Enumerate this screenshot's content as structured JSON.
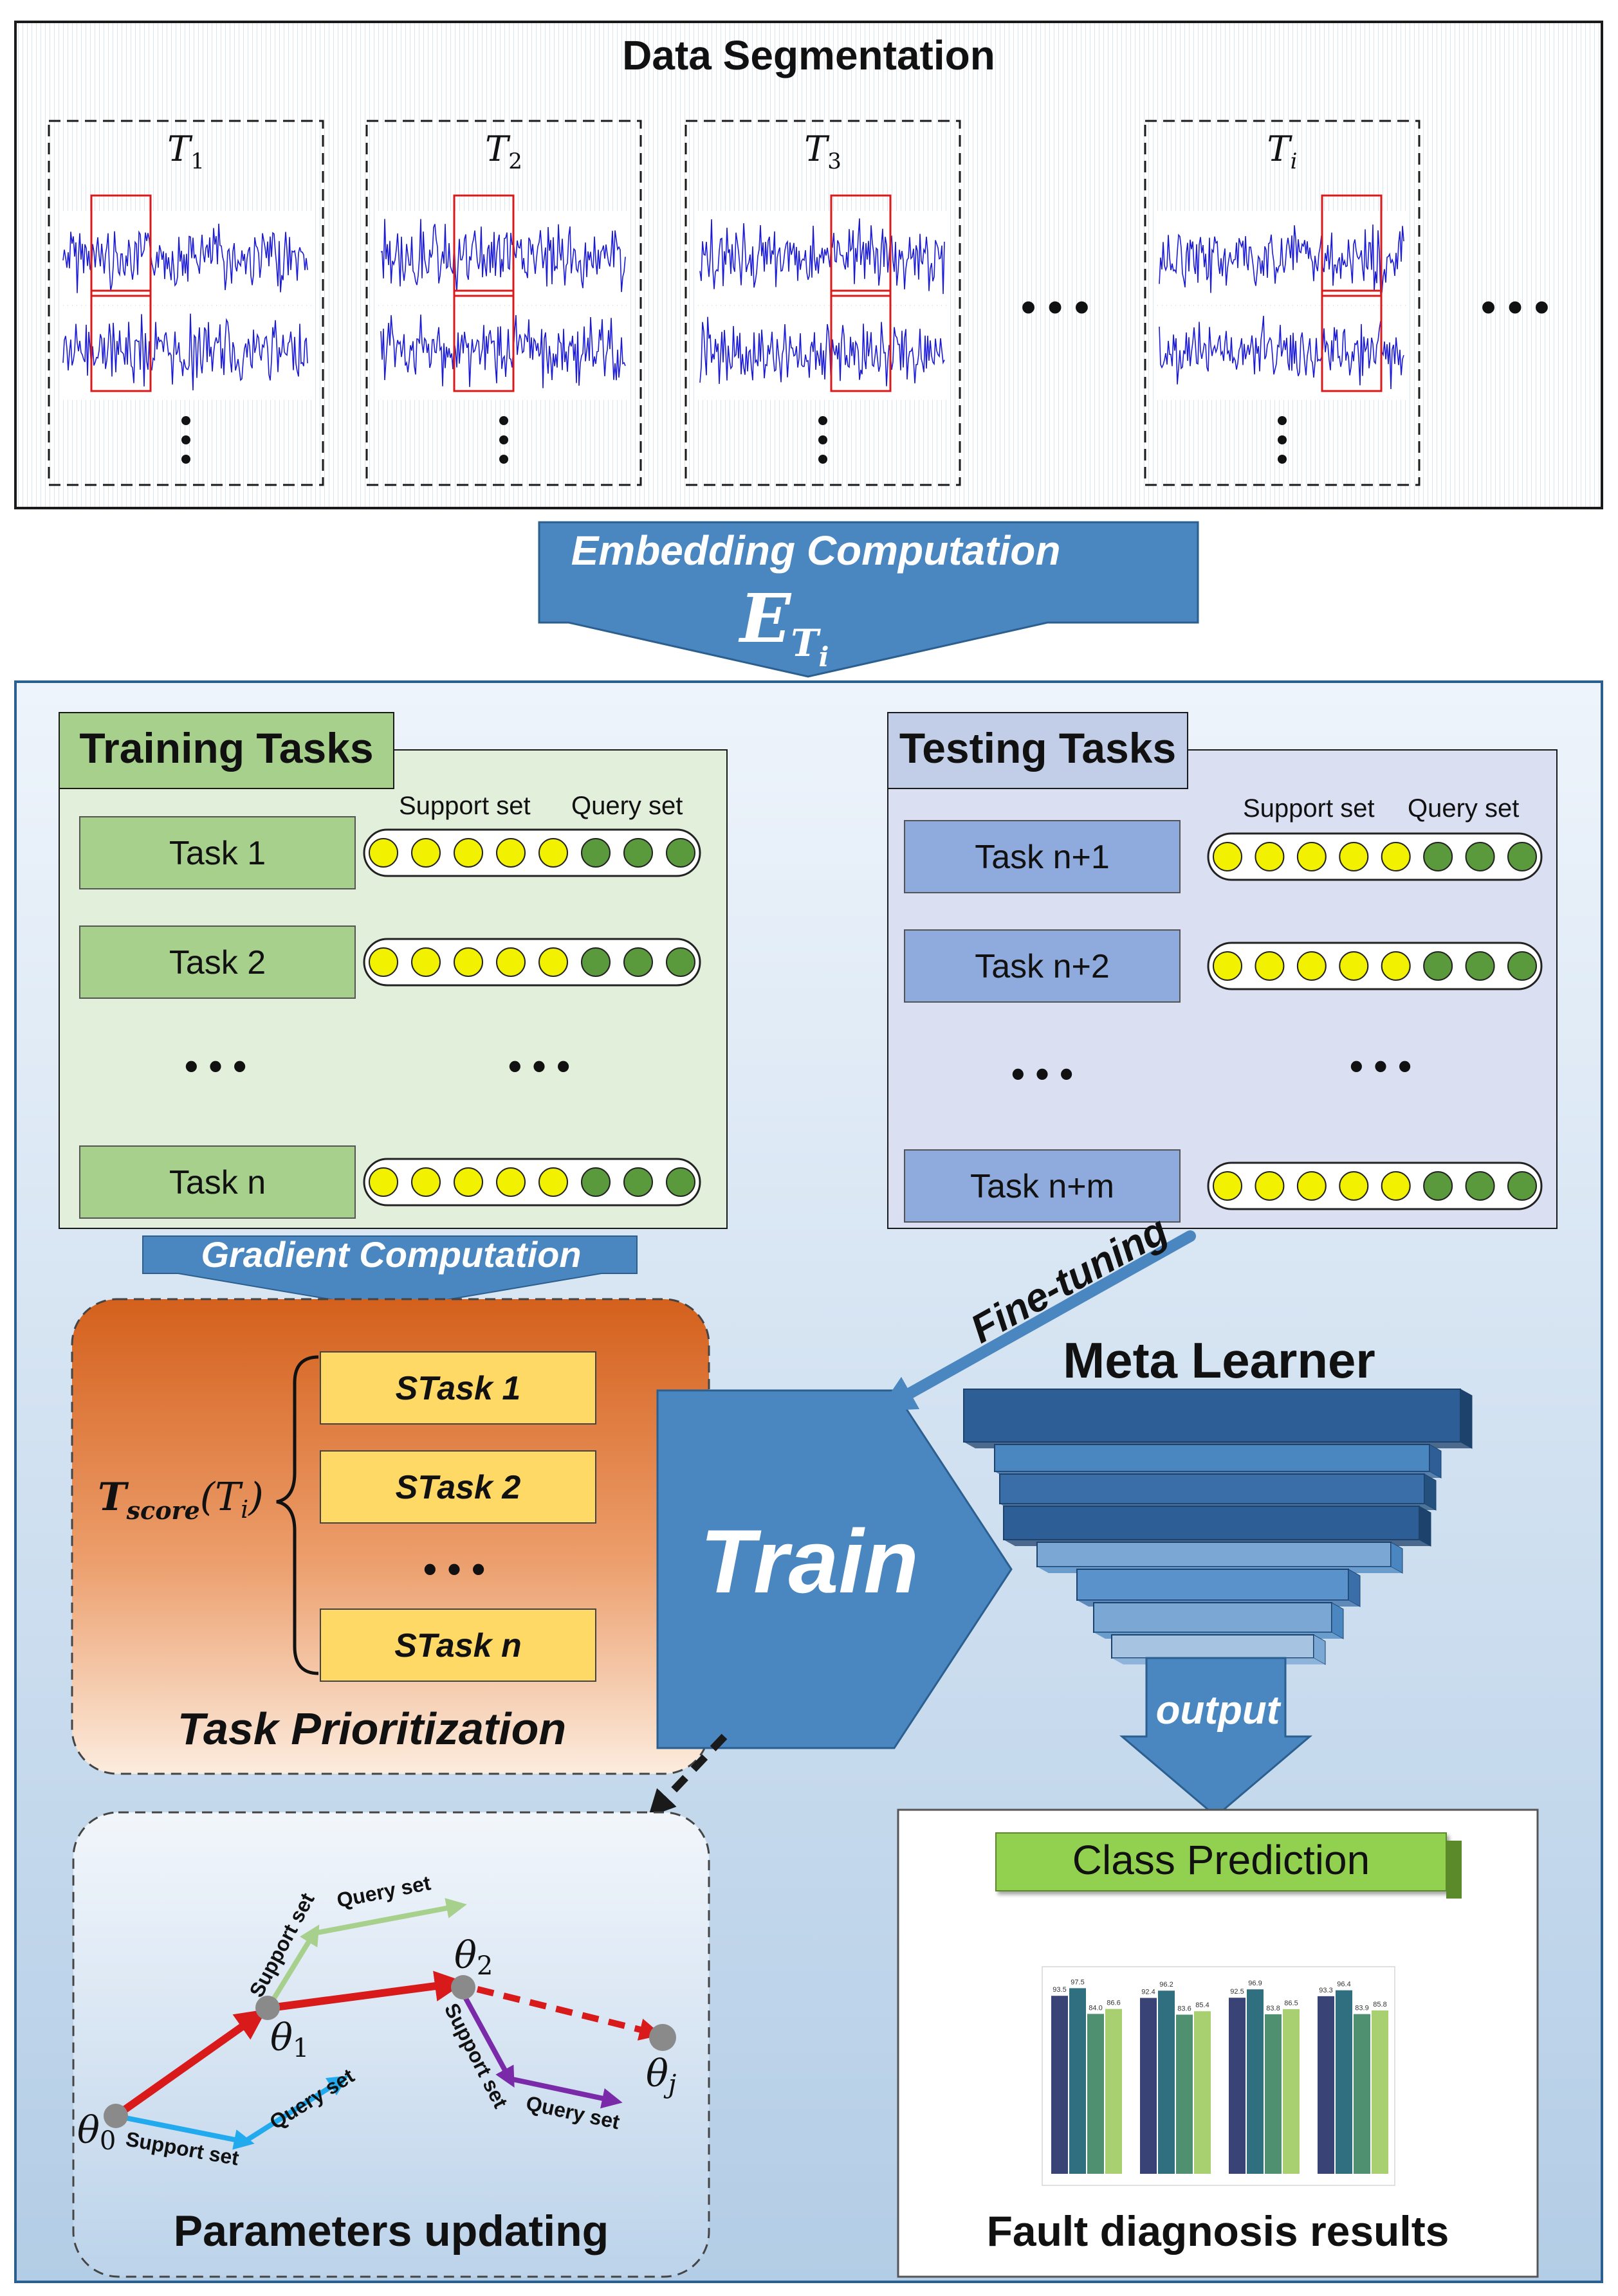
{
  "segmentation": {
    "title": "Data Segmentation",
    "tasks": [
      {
        "sym": "T",
        "sub": "1"
      },
      {
        "sym": "T",
        "sub": "2"
      },
      {
        "sym": "T",
        "sub": "3"
      },
      {
        "sym": "T",
        "sub": "i"
      }
    ],
    "ellipsis": "• • •"
  },
  "embedding": {
    "label": "Embedding Computation",
    "formula": "E",
    "formula_sub": "T",
    "formula_subsub": "i"
  },
  "training": {
    "title": "Training Tasks",
    "support_label": "Support set",
    "query_label": "Query set",
    "tasks": [
      "Task 1",
      "Task 2",
      "Task n"
    ],
    "ellipsis": "• • •"
  },
  "testing": {
    "title": "Testing Tasks",
    "support_label": "Support set",
    "query_label": "Query set",
    "tasks": [
      "Task n+1",
      "Task n+2",
      "Task n+m"
    ],
    "ellipsis": "• • •"
  },
  "gradient": {
    "label": "Gradient Computation"
  },
  "prioritization": {
    "score_main": "T",
    "score_sub": "score",
    "score_arg": "(T",
    "score_arg_sub": "i",
    "score_close": ")",
    "stasks": [
      "STask 1",
      "STask 2",
      "STask n"
    ],
    "ellipsis": "• • •",
    "title": "Task Prioritization"
  },
  "train": {
    "label": "Train"
  },
  "finetune": {
    "label": "Fine-tuning"
  },
  "meta": {
    "title": "Meta Learner",
    "output": "output"
  },
  "params": {
    "title": "Parameters updating",
    "support_label": "Support set",
    "query_label": "Query set",
    "theta": "θ",
    "theta_subs": [
      "0",
      "1",
      "2",
      "j"
    ]
  },
  "results": {
    "class_prediction": "Class Prediction",
    "title": "Fault diagnosis results"
  },
  "colors": {
    "border": "#1a1a1a",
    "blue_arrow": "#4a86c0",
    "train_green": "#a8d08d",
    "test_blue": "#8faadc",
    "stask_yellow": "#ffd966",
    "dot_yellow": "#f2f200",
    "dot_green": "#5b9a3c",
    "signal": "#1a1ad8",
    "red": "#d91a1a"
  },
  "chart_data": {
    "type": "bar",
    "categories": [
      "",
      "",
      "",
      ""
    ],
    "series": [
      {
        "values": [
          93.5,
          92.4,
          92.5,
          93.3
        ]
      },
      {
        "values": [
          97.5,
          96.2,
          96.9,
          96.4
        ]
      },
      {
        "values": [
          84.0,
          83.6,
          83.8,
          83.9
        ]
      },
      {
        "values": [
          86.6,
          85.4,
          86.5,
          85.8
        ]
      }
    ],
    "ylim": [
      0,
      100
    ],
    "colors": [
      "#3a4375",
      "#2f6f80",
      "#4f9070",
      "#a8cf70"
    ],
    "grid": false
  }
}
